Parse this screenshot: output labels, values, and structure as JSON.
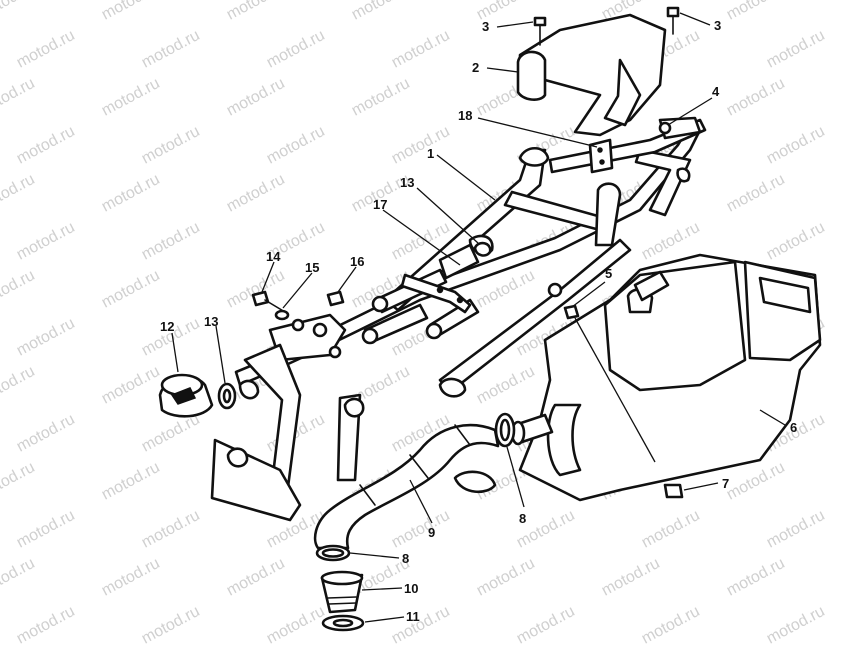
{
  "watermark": "motod.ru",
  "callouts": {
    "c1": "1",
    "c2": "2",
    "c3a": "3",
    "c3b": "3",
    "c4": "4",
    "c5": "5",
    "c6": "6",
    "c7": "7",
    "c8a": "8",
    "c8b": "8",
    "c9": "9",
    "c10": "10",
    "c11": "11",
    "c12": "12",
    "c13a": "13",
    "c13b": "13",
    "c14": "14",
    "c15": "15",
    "c16": "16",
    "c17": "17",
    "c18": "18"
  }
}
